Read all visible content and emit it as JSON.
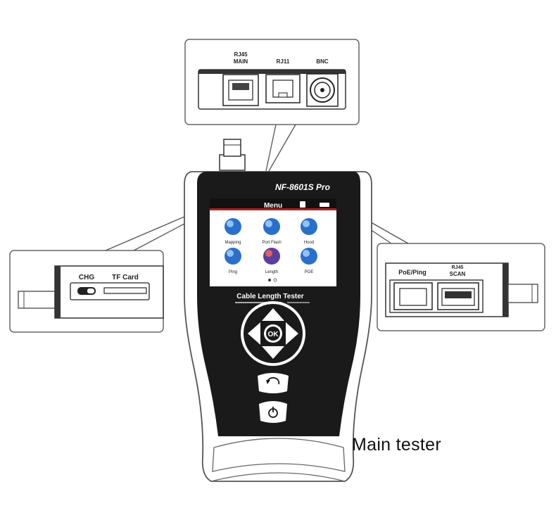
{
  "top_callout": {
    "port_rj45_main_line1": "RJ45",
    "port_rj45_main_line2": "MAIN",
    "port_rj11": "RJ11",
    "port_bnc": "BNC"
  },
  "left_callout": {
    "chg_label": "CHG",
    "tf_card_label": "TF Card"
  },
  "right_callout": {
    "poe_ping_label": "PoE/Ping",
    "rj45_scan_line1": "RJ45",
    "rj45_scan_line2": "SCAN"
  },
  "device": {
    "model": "NF-8601S Pro",
    "screen_title": "Menu",
    "menu_items": [
      "Mapping",
      "Port Flash",
      "Hood",
      "Ping",
      "Length",
      "POE"
    ],
    "product_name": "Cable Length Tester",
    "ok_label": "OK"
  },
  "caption": "Main tester"
}
